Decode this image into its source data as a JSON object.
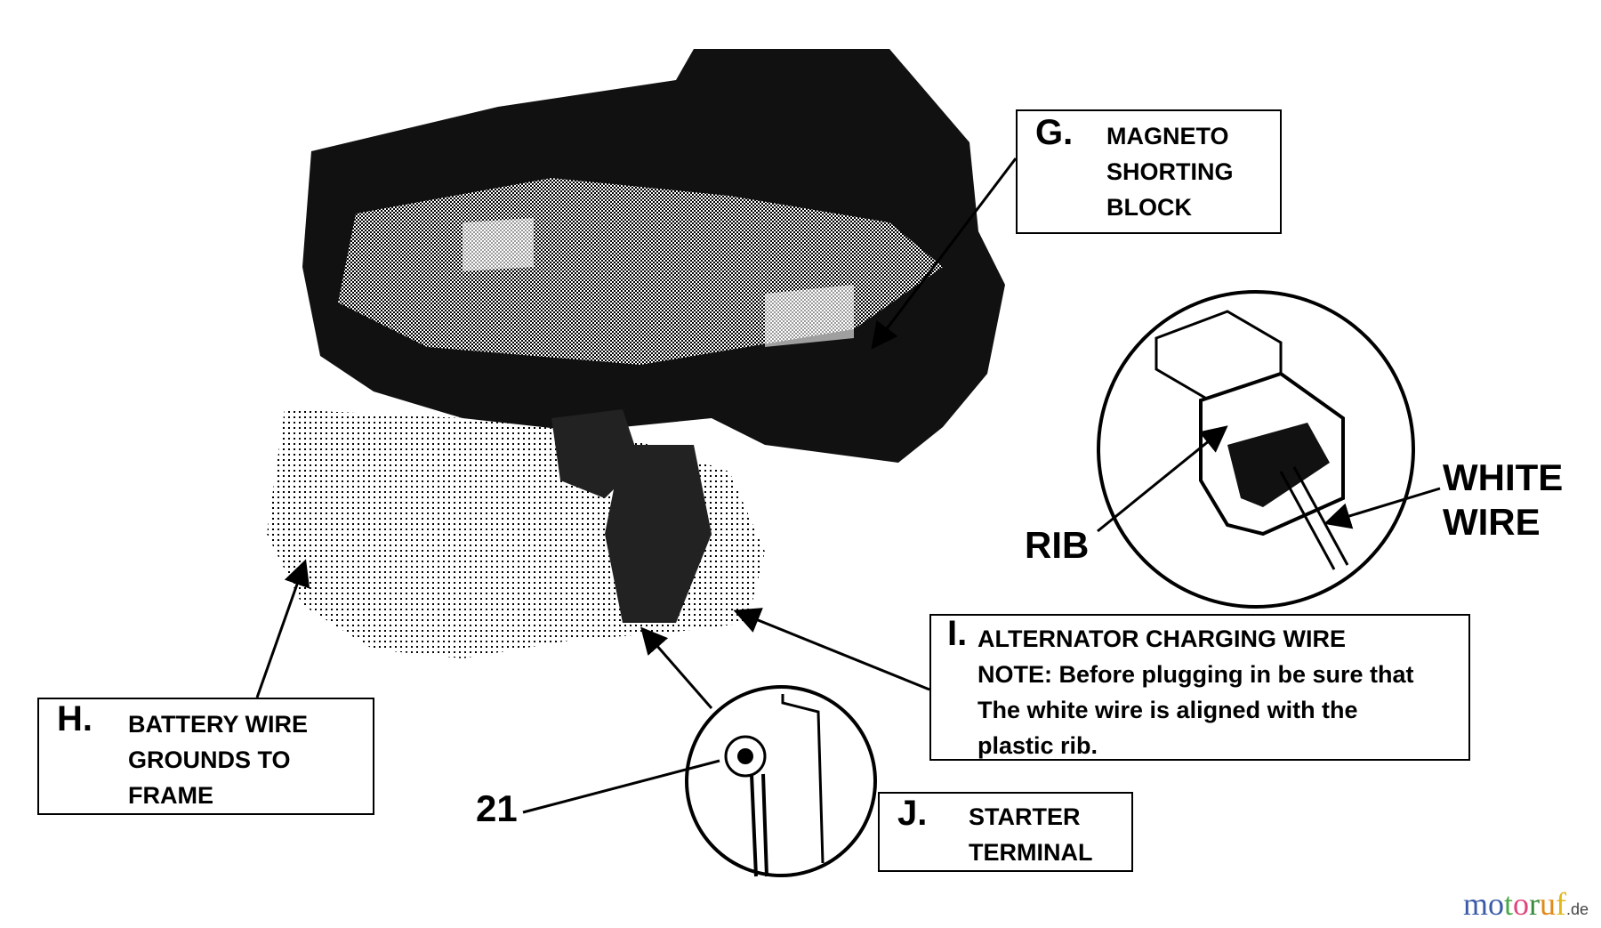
{
  "callouts": {
    "g": {
      "letter": "G.",
      "lines": [
        "MAGNETO",
        "SHORTING",
        "BLOCK"
      ]
    },
    "h": {
      "letter": "H.",
      "lines": [
        "BATTERY WIRE",
        "GROUNDS TO",
        "FRAME"
      ]
    },
    "i": {
      "letter": "I.",
      "lines": [
        "ALTERNATOR CHARGING WIRE",
        "NOTE: Before plugging in be sure that",
        "The white wire is aligned with the",
        "plastic rib."
      ]
    },
    "j": {
      "letter": "J.",
      "lines": [
        "STARTER",
        "TERMINAL"
      ]
    }
  },
  "labels": {
    "rib": "RIB",
    "white_wire": [
      "WHITE",
      "WIRE"
    ],
    "part_number": "21"
  },
  "watermark": {
    "text": [
      "m",
      "o",
      "t",
      "o",
      "r",
      "u",
      "f"
    ],
    "suffix": ".de",
    "colors": [
      "#3b5ba8",
      "#3b5ba8",
      "#4aa84a",
      "#e0457b",
      "#3b8a3b",
      "#e08a1a",
      "#e0b81a"
    ]
  }
}
